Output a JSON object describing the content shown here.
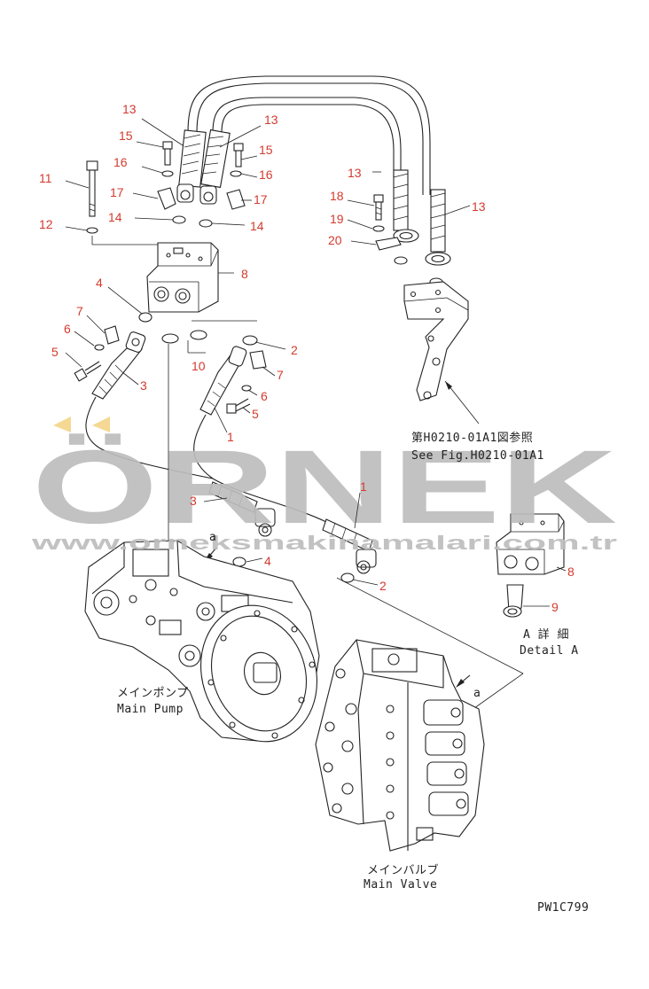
{
  "watermark": {
    "title": "ÖRNEK",
    "url": "www.orneksmakinamalari.com.tr",
    "color": "#bdbdbd",
    "accent_color": "#f4d58a"
  },
  "callout_color": "#d43a2e",
  "callouts": [
    "1",
    "1",
    "2",
    "2",
    "3",
    "3",
    "4",
    "4",
    "5",
    "5",
    "6",
    "6",
    "7",
    "7",
    "8",
    "8",
    "9",
    "10",
    "11",
    "12",
    "13",
    "13",
    "13",
    "13",
    "14",
    "14",
    "15",
    "15",
    "16",
    "16",
    "17",
    "17",
    "18",
    "19",
    "20"
  ],
  "reference": {
    "jp": "第H0210-01A1図参照",
    "en": "See Fig.H0210-01A1"
  },
  "detail": {
    "jp": "A 詳 細",
    "en": "Detail A"
  },
  "pump": {
    "jp": "メインポンプ",
    "en": "Main Pump"
  },
  "valve": {
    "jp": "メインバルブ",
    "en": "Main Valve"
  },
  "marker_a": "a",
  "drawing_code": "PW1C799"
}
